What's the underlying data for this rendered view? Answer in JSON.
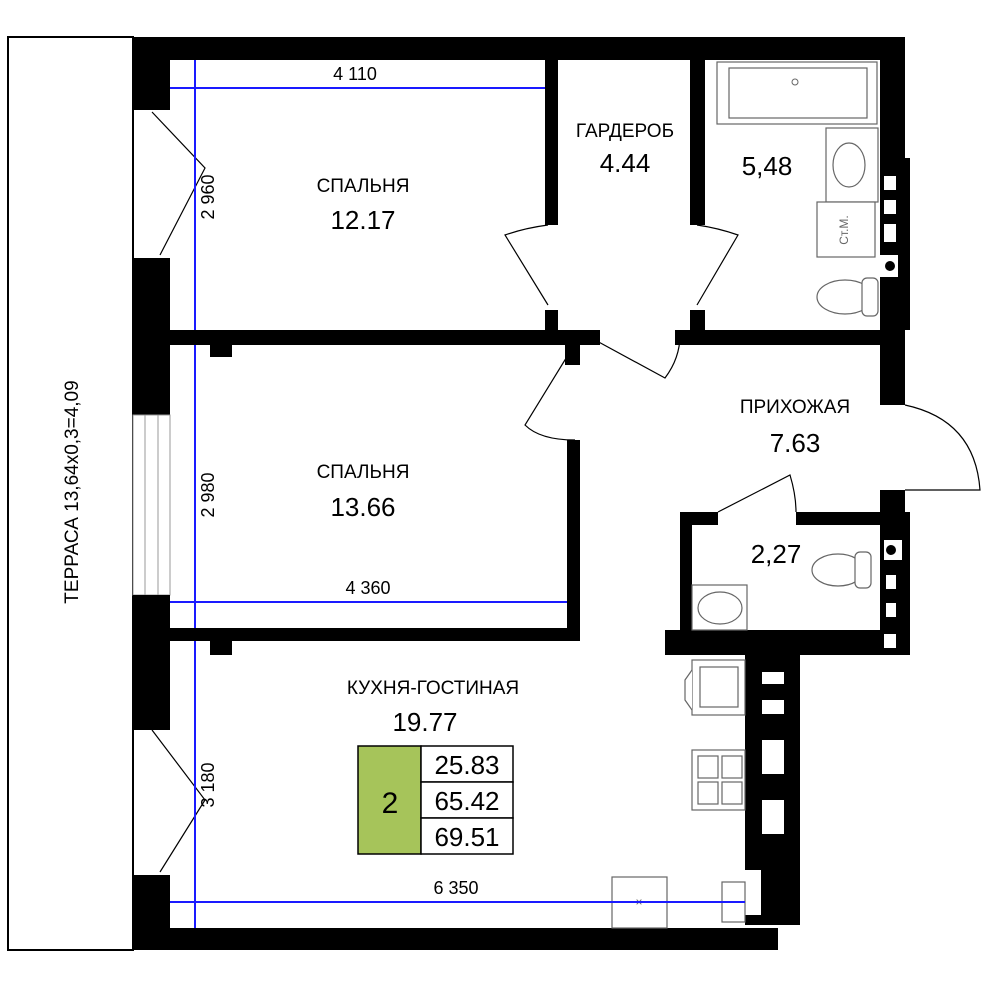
{
  "terrace": {
    "label": "ТЕРРАСА 13,64х0,3=4,09"
  },
  "rooms": [
    {
      "id": "bedroom-1",
      "name": "СПАЛЬНЯ",
      "area": "12.17"
    },
    {
      "id": "wardrobe",
      "name": "ГАРДЕРОБ",
      "area": "4.44"
    },
    {
      "id": "bathroom",
      "name": "",
      "area": "5,48"
    },
    {
      "id": "hallway",
      "name": "ПРИХОЖАЯ",
      "area": "7.63"
    },
    {
      "id": "bedroom-2",
      "name": "СПАЛЬНЯ",
      "area": "13.66"
    },
    {
      "id": "wc",
      "name": "",
      "area": "2,27"
    },
    {
      "id": "kitchen-living",
      "name": "КУХНЯ-ГОСТИНАЯ",
      "area": "19.77"
    }
  ],
  "fixtures": {
    "washer_label": "Ст.М."
  },
  "dimensions": {
    "bedroom1_width": "4 110",
    "bedroom1_depth": "2 960",
    "bedroom2_depth": "2 980",
    "bedroom2_width": "4 360",
    "kitchen_depth": "3 180",
    "kitchen_width": "6 350"
  },
  "summary": {
    "rooms_count": "2",
    "living_area": "25.83",
    "total_area": "65.42",
    "total_with_terrace": "69.51"
  },
  "colors": {
    "dimension": "#1a1aff",
    "badge": "#a6c45a",
    "wall": "#000000"
  }
}
